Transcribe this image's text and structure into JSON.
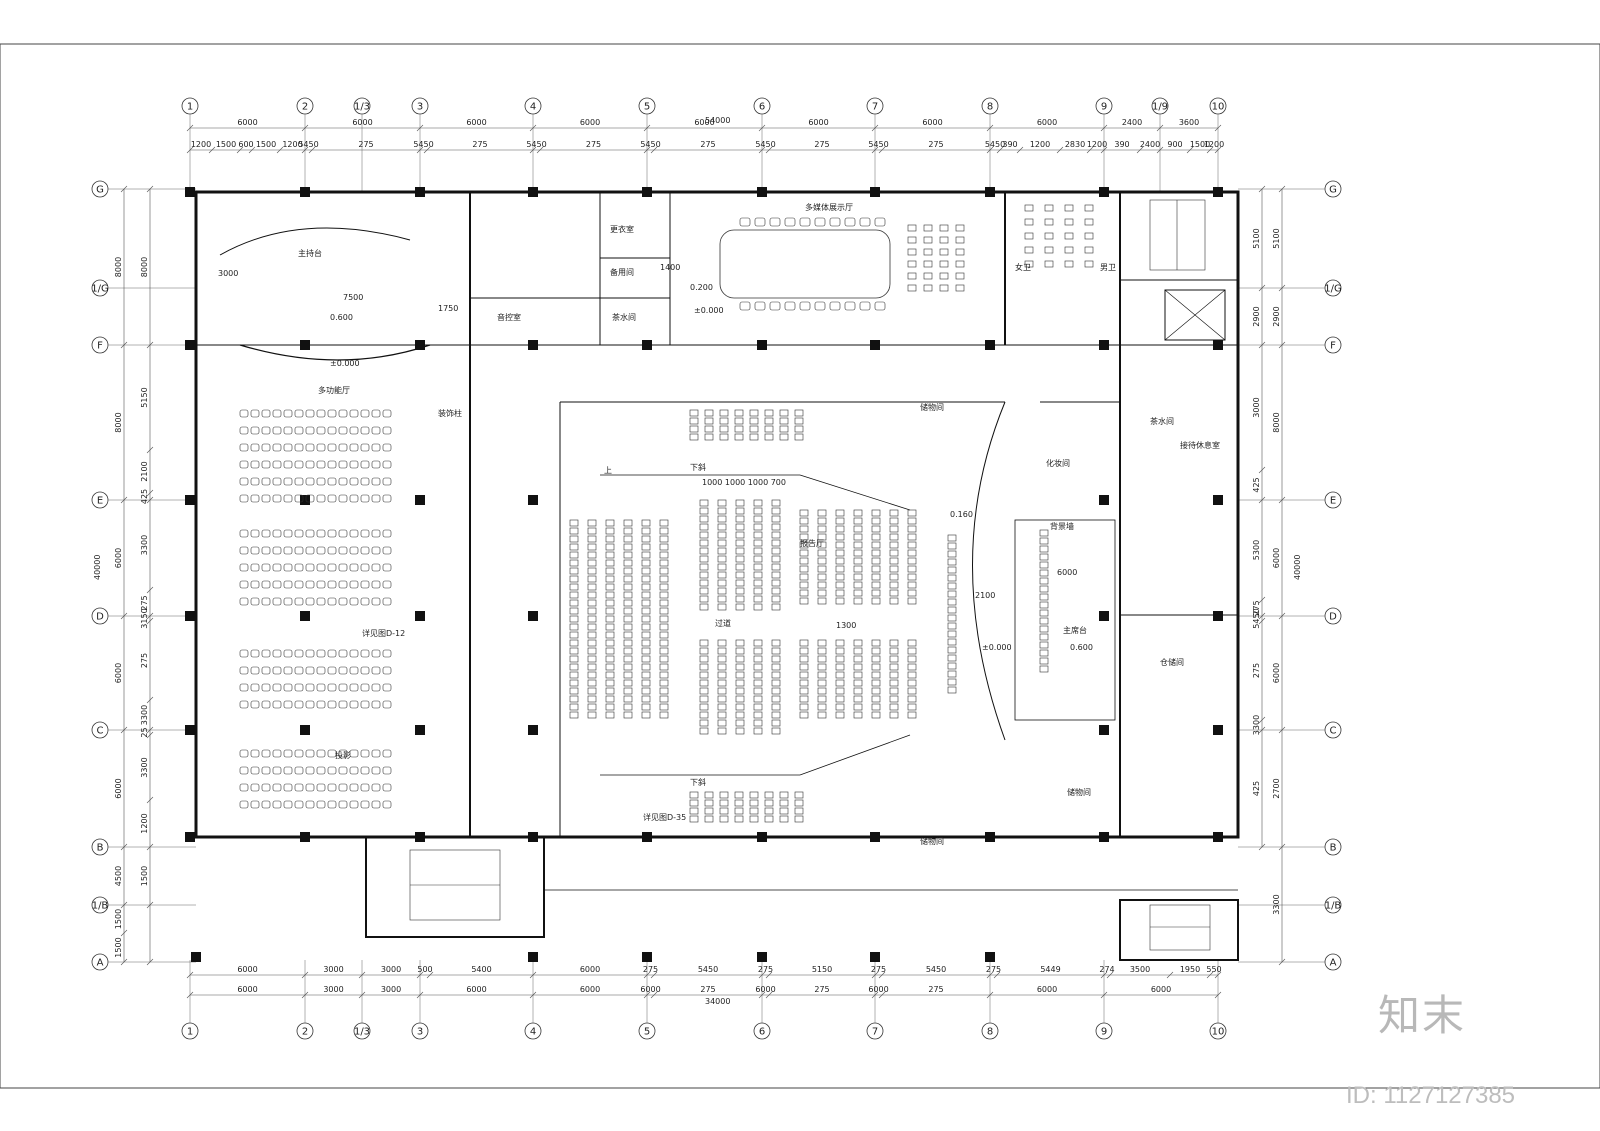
{
  "axes_top": [
    "1",
    "2",
    "1/3",
    "3",
    "4",
    "5",
    "6",
    "7",
    "8",
    "9",
    "1/9",
    "10"
  ],
  "axes_bottom": [
    "1",
    "2",
    "1/3",
    "3",
    "4",
    "5",
    "6",
    "7",
    "8",
    "9",
    "10"
  ],
  "axes_left": [
    "G",
    "1/G",
    "F",
    "E",
    "D",
    "C",
    "B",
    "1/B",
    "A"
  ],
  "dims": {
    "overall_top": "54000",
    "overall_bottom": "34000",
    "top_row1": [
      "6000",
      "6000",
      "6000",
      "6000",
      "6000",
      "6000",
      "6000",
      "6000",
      "2400",
      "3600"
    ],
    "top_row2": [
      "1200",
      "1500",
      "600",
      "1500",
      "1200",
      "5450",
      "275",
      "5450",
      "275",
      "5450",
      "275",
      "5450",
      "275",
      "5450",
      "275",
      "5450",
      "275",
      "5450",
      "390",
      "1200",
      "2830",
      "1200",
      "390",
      "2400",
      "900",
      "1500",
      "1200"
    ],
    "bottom_row1": [
      "6000",
      "3000",
      "3000",
      "500",
      "5400",
      "6000",
      "275",
      "5450",
      "275",
      "5150",
      "275",
      "5450",
      "275",
      "5449",
      "274",
      "3500",
      "1950",
      "550"
    ],
    "bottom_row2": [
      "6000",
      "3000",
      "3000",
      "6000",
      "6000",
      "6000",
      "275",
      "6000",
      "275",
      "6000",
      "275",
      "6000",
      "6000"
    ],
    "left_outer": "40000",
    "left_segments": [
      "8000",
      "8000",
      "6000",
      "6000",
      "6000",
      "4500",
      "1500",
      "1500"
    ],
    "left_inner": [
      "8000",
      "5150",
      "2100",
      "425",
      "3300",
      "275",
      "3150",
      "275",
      "3300",
      "25",
      "3300",
      "1200",
      "1500"
    ],
    "right_outer": "40000",
    "right_segments": [
      "5100",
      "2900",
      "8000",
      "6000",
      "6000",
      "2700",
      "3300"
    ],
    "right_inner": [
      "5100",
      "2900",
      "3000",
      "425",
      "5300",
      "275",
      "5450",
      "275",
      "3300",
      "425"
    ]
  },
  "rooms": {
    "multi_hall": "多功能厅",
    "stage_label": "主持台",
    "projection": "投影",
    "lecture": "报告厅",
    "aisle": "过道",
    "storage_1": "储物间",
    "storage_2": "储物间",
    "storage_3": "储物间",
    "display": "多媒体展示厅",
    "dressing": "化妆间",
    "tea_1": "茶水间",
    "tea_2": "茶水间",
    "control": "音控室",
    "lounge": "接待休息室",
    "warehouse": "仓储间",
    "rostrum": "主席台",
    "backstage": "背景墙",
    "women": "女卫",
    "men": "男卫",
    "clothes": "更衣室",
    "spare": "备用间",
    "decor": "装饰柱"
  },
  "levels": {
    "hall_floor": "±0.000",
    "stage": "0.600",
    "lecture_rise": "0.160",
    "rostrum_floor": "±0.000",
    "rostrum": "0.600",
    "display_floor": "±0.000",
    "tea": "0.200"
  },
  "notes": {
    "seat_width": "1000 1000 1000 700",
    "detail_1": "详见图D-12",
    "detail_2": "详见图D-35",
    "down_1": "下斜",
    "down_2": "下斜",
    "stair_up": "上",
    "width_1300": "1300",
    "width_2100": "2100",
    "width_6000": "6000",
    "stage_3000": "3000",
    "stage_7500": "7500",
    "door_1750": "1750",
    "door_1400": "1400"
  },
  "watermark": {
    "logo": "知末",
    "id": "ID: 1127127385"
  }
}
